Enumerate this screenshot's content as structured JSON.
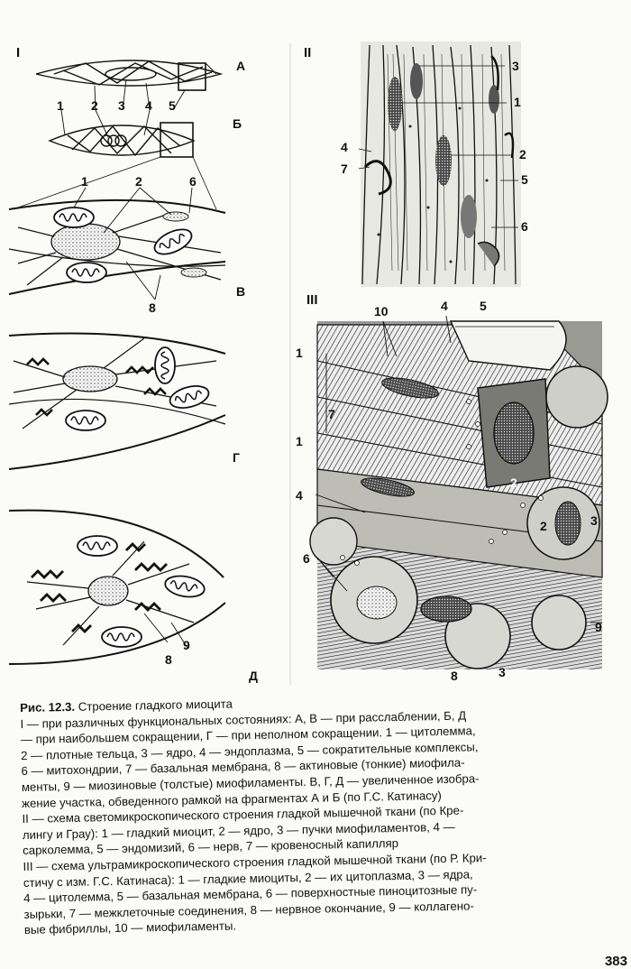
{
  "figure": {
    "section_labels": [
      "I",
      "II",
      "III"
    ],
    "panel_labels": [
      "А",
      "Б",
      "В",
      "Г",
      "Д"
    ],
    "panel_I_top_numbers": [
      "1",
      "2",
      "3",
      "4",
      "5"
    ],
    "panel_I_B_numbers": [
      "1",
      "2",
      "6",
      "8"
    ],
    "panel_I_D_numbers": [
      "9",
      "8"
    ],
    "panel_II_numbers": [
      "3",
      "1",
      "4",
      "7",
      "2",
      "5",
      "6"
    ],
    "panel_III_numbers": [
      "10",
      "4",
      "5",
      "1",
      "7",
      "1",
      "2",
      "4",
      "2",
      "3",
      "6",
      "9",
      "8",
      "3"
    ]
  },
  "caption": {
    "title_label": "Рис. 12.3.",
    "title_text": "Строение гладкого миоцита",
    "lines": [
      "I — при различных функциональных состояниях: А, В — при расслаблении, Б, Д",
      "— при наибольшем сокращении, Г — при неполном сокращении. 1 — цитолемма,",
      "2 — плотные тельца, 3 — ядро, 4 — эндоплазма, 5 — сократительные комплексы,",
      "6 — митохондрии, 7 — базальная мембрана, 8 — актиновые (тонкие) миофила-",
      "менты, 9 — миозиновые (толстые) миофиламенты. В, Г, Д — увеличенное изобра-",
      "жение участка, обведенного рамкой на фрагментах А и Б (по Г.С. Катинасу)",
      "II — схема светомикроскопического строения гладкой мышечной ткани (по Кре-",
      "лингу и Грау): 1 — гладкий миоцит, 2 — ядро, 3 — пучки миофиламентов, 4 —",
      "сарколемма, 5 — эндомизий, 6 — нерв, 7 — кровеносный капилляр",
      "III — схема ультрамикроскопического строения гладкой мышечной ткани (по Р. Кри-",
      "стичу с изм. Г.С. Катинаса): 1 — гладкие миоциты, 2 — их цитоплазма, 3 — ядра,",
      "4 — цитолемма, 5 — базальная мембрана, 6 — поверхностные пиноцитозные пу-",
      "зырьки, 7 — межклеточные соединения, 8 — нервное окончание, 9 — коллагено-",
      "вые фибриллы, 10 — миофиламенты."
    ]
  },
  "page_number": "383"
}
